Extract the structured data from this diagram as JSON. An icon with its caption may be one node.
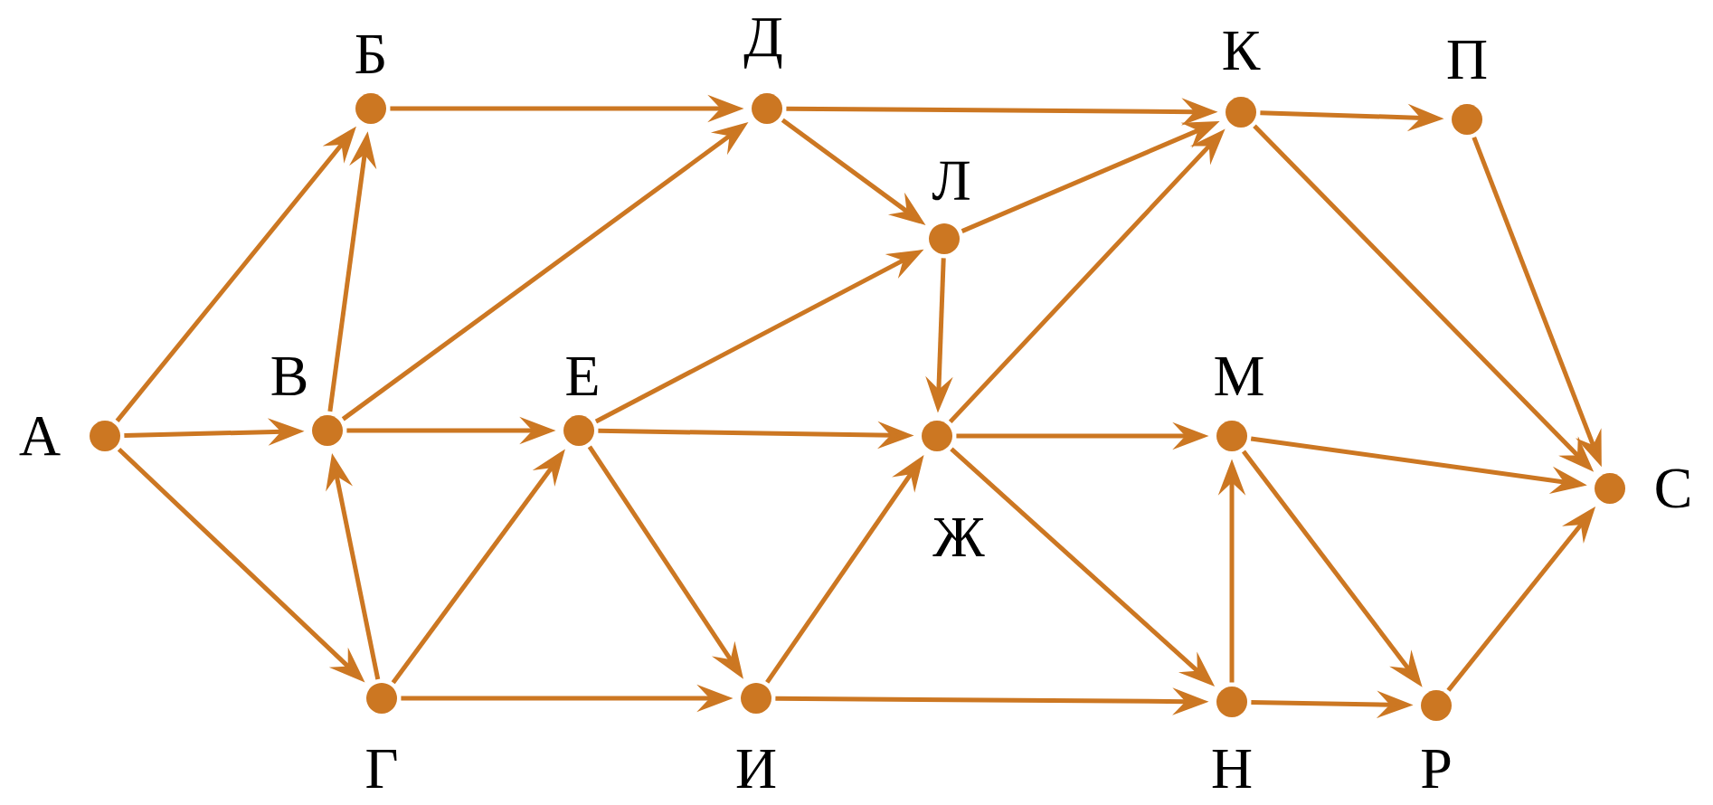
{
  "diagram": {
    "nodes": [
      {
        "text": [
          "А"
        ]
      },
      {
        "text": [
          "Б"
        ]
      },
      {
        "text": [
          "В"
        ]
      },
      {
        "text": [
          "Г"
        ]
      },
      {
        "text": [
          "Д"
        ]
      },
      {
        "text": [
          "Е"
        ]
      },
      {
        "text": [
          "Ж"
        ]
      },
      {
        "text": [
          "И"
        ]
      },
      {
        "text": [
          "К"
        ]
      },
      {
        "text": [
          "Л"
        ]
      },
      {
        "text": [
          "М"
        ]
      },
      {
        "text": [
          "Н"
        ]
      },
      {
        "text": [
          "П"
        ]
      },
      {
        "text": [
          "Р"
        ]
      },
      {
        "text": [
          "С"
        ]
      }
    ],
    "edges": [
      {
        "from": 0,
        "to": 1,
        "arrow": "to"
      },
      {
        "from": 0,
        "to": 2,
        "arrow": "to"
      },
      {
        "from": 0,
        "to": 3,
        "arrow": "to"
      },
      {
        "from": 2,
        "to": 1,
        "arrow": "to"
      },
      {
        "from": 3,
        "to": 2,
        "arrow": "to"
      },
      {
        "from": 2,
        "to": 4,
        "arrow": "to"
      },
      {
        "from": 2,
        "to": 5,
        "arrow": "to"
      },
      {
        "from": 1,
        "to": 4,
        "arrow": "to"
      },
      {
        "from": 3,
        "to": 5,
        "arrow": "to"
      },
      {
        "from": 3,
        "to": 7,
        "arrow": "to"
      },
      {
        "from": 5,
        "to": 9,
        "arrow": "to"
      },
      {
        "from": 5,
        "to": 6,
        "arrow": "to"
      },
      {
        "from": 5,
        "to": 7,
        "arrow": "to"
      },
      {
        "from": 4,
        "to": 9,
        "arrow": "to"
      },
      {
        "from": 4,
        "to": 8,
        "arrow": "to"
      },
      {
        "from": 9,
        "to": 8,
        "arrow": "to"
      },
      {
        "from": 9,
        "to": 6,
        "arrow": "to"
      },
      {
        "from": 7,
        "to": 6,
        "arrow": "to"
      },
      {
        "from": 7,
        "to": 11,
        "arrow": "to"
      },
      {
        "from": 6,
        "to": 8,
        "arrow": "to"
      },
      {
        "from": 6,
        "to": 10,
        "arrow": "to"
      },
      {
        "from": 6,
        "to": 11,
        "arrow": "to"
      },
      {
        "from": 8,
        "to": 12,
        "arrow": "to"
      },
      {
        "from": 8,
        "to": 14,
        "arrow": "to"
      },
      {
        "from": 12,
        "to": 14,
        "arrow": "to"
      },
      {
        "from": 10,
        "to": 14,
        "arrow": "to"
      },
      {
        "from": 10,
        "to": 13,
        "arrow": "to"
      },
      {
        "from": 11,
        "to": 10,
        "arrow": "to"
      },
      {
        "from": 11,
        "to": 13,
        "arrow": "to"
      },
      {
        "from": 13,
        "to": 14,
        "arrow": "to"
      }
    ]
  }
}
